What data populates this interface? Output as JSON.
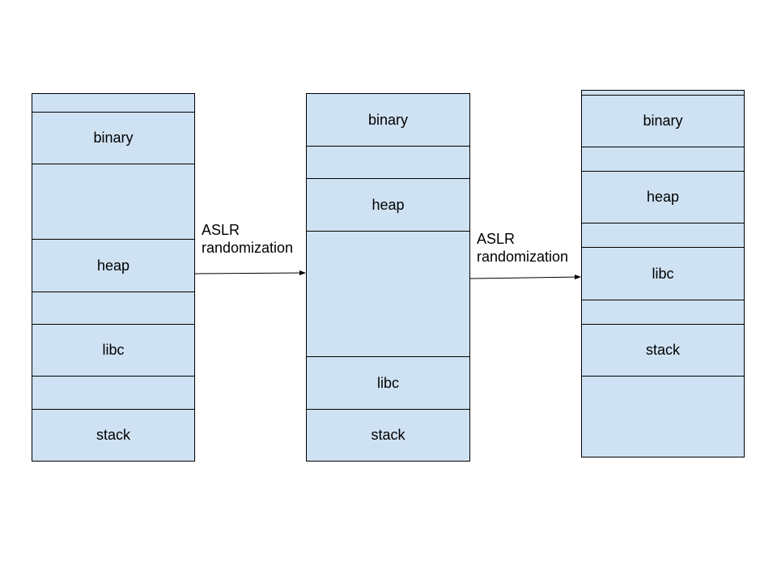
{
  "colors": {
    "segment_fill": "#cfe2f3",
    "border": "#000000"
  },
  "columns": [
    {
      "segments": [
        {
          "label": ""
        },
        {
          "label": "binary"
        },
        {
          "label": ""
        },
        {
          "label": "heap"
        },
        {
          "label": ""
        },
        {
          "label": "libc"
        },
        {
          "label": ""
        },
        {
          "label": "stack"
        }
      ]
    },
    {
      "segments": [
        {
          "label": "binary"
        },
        {
          "label": ""
        },
        {
          "label": "heap"
        },
        {
          "label": ""
        },
        {
          "label": "libc"
        },
        {
          "label": "stack"
        }
      ]
    },
    {
      "segments": [
        {
          "label": ""
        },
        {
          "label": "binary"
        },
        {
          "label": ""
        },
        {
          "label": "heap"
        },
        {
          "label": ""
        },
        {
          "label": "libc"
        },
        {
          "label": ""
        },
        {
          "label": "stack"
        },
        {
          "label": ""
        }
      ]
    }
  ],
  "arrows": [
    {
      "line1": "ASLR",
      "line2": "randomization"
    },
    {
      "line1": "ASLR",
      "line2": "randomization"
    }
  ]
}
